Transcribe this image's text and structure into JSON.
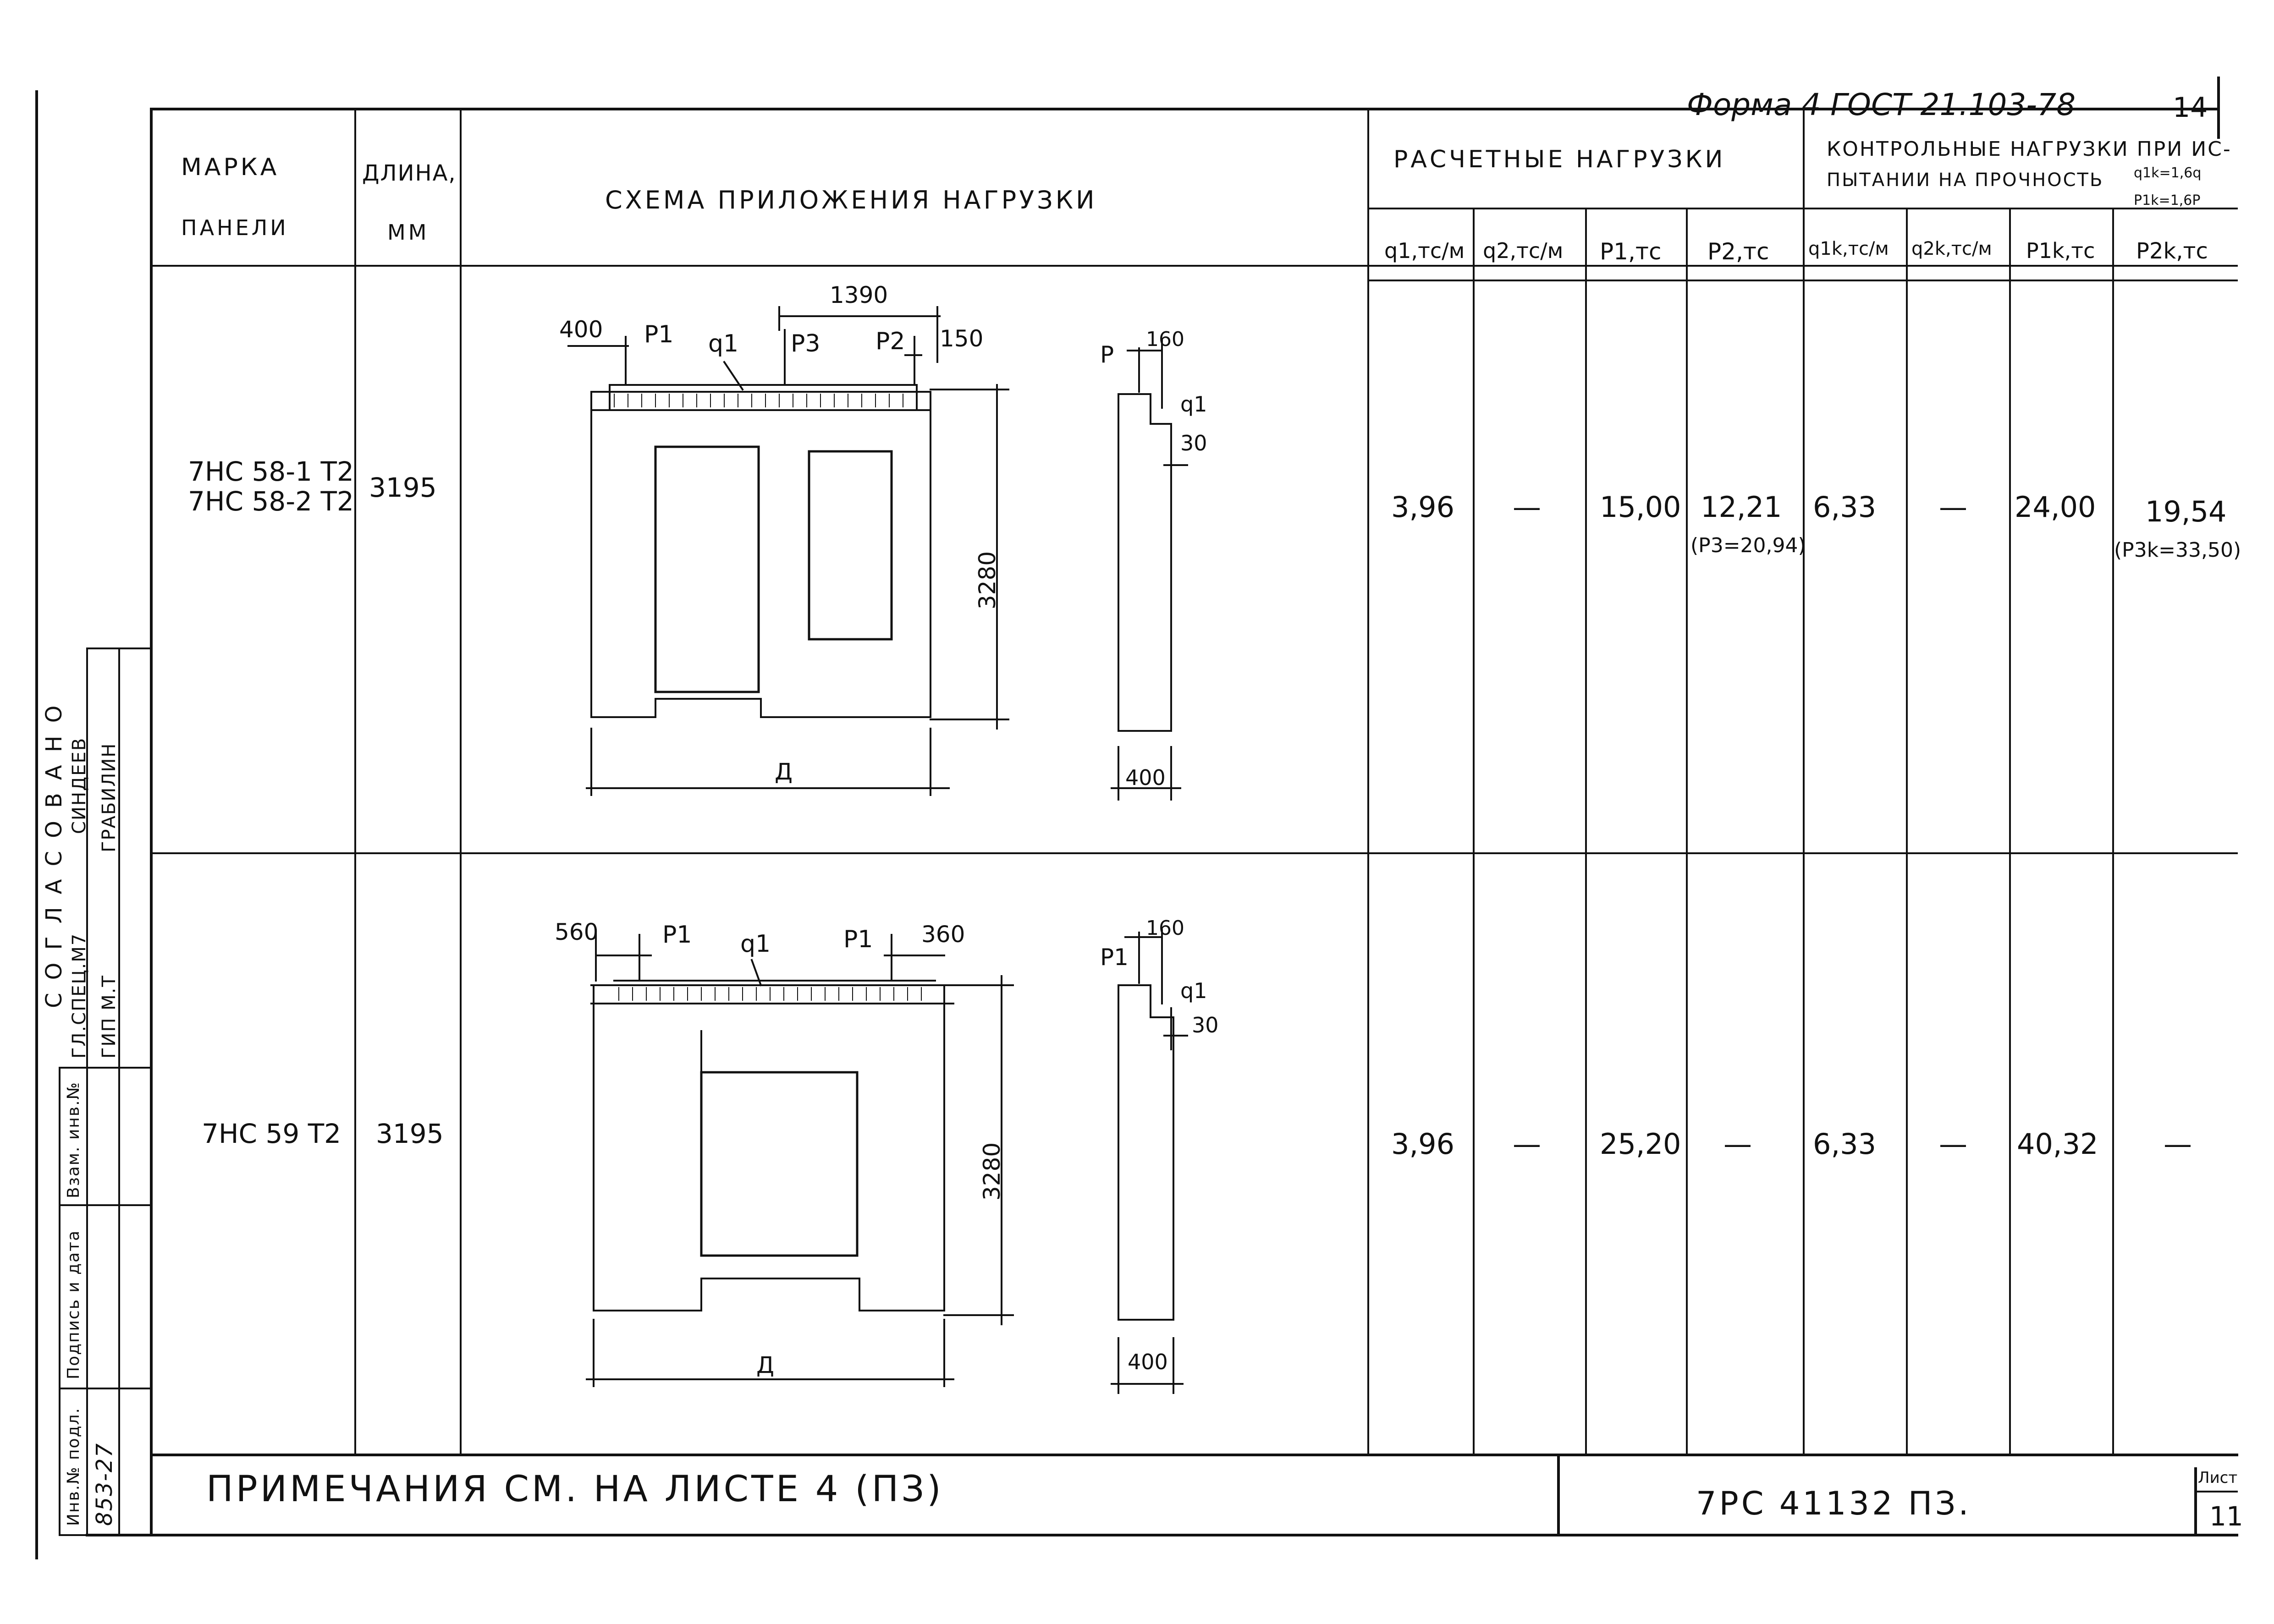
{
  "top": {
    "form_ref": "Форма 4 ГОСТ 21.103-78",
    "page_no": "14"
  },
  "header": {
    "mark_l1": "МАРКА",
    "mark_l2": "ПАНЕЛИ",
    "len_l1": "ДЛИНА,",
    "len_l2": "ММ",
    "scheme": "СХЕМА   ПРИЛОЖЕНИЯ   НАГРУЗКИ",
    "design_loads": "РАСЧЕТНЫЕ   НАГРУЗКИ",
    "control_l1": "КОНТРОЛЬНЫЕ НАГРУЗКИ ПРИ ИС-",
    "control_l2": "ПЫТАНИИ НА ПРОЧНОСТЬ",
    "control_f1": "q1k=1,6q",
    "control_f2": "P1k=1,6P",
    "cols": [
      "q1,тс/м",
      "q2,тс/м",
      "P1,тс",
      "P2,тс",
      "q1k,тс/м",
      "q2k,тс/м",
      "P1k,тс",
      "P2k,тс"
    ]
  },
  "rows": [
    {
      "mark_1": "7НС 58-1 Т2",
      "mark_2": "7НС 58-2 Т2",
      "length": "3195",
      "q1": "3,96",
      "q2": "—",
      "p1": "15,00",
      "p2": "12,21",
      "p2_note": "(P3=20,94)",
      "q1k": "6,33",
      "q2k": "—",
      "p1k": "24,00",
      "p2k": "19,54",
      "p2k_note": "(P3k=33,50)"
    },
    {
      "mark_1": "7НС 59 Т2",
      "mark_2": "",
      "length": "3195",
      "q1": "3,96",
      "q2": "—",
      "p1": "25,20",
      "p2": "—",
      "p2_note": "",
      "q1k": "6,33",
      "q2k": "—",
      "p1k": "40,32",
      "p2k": "—",
      "p2k_note": ""
    }
  ],
  "scheme1": {
    "d400": "400",
    "d1390": "1390",
    "d150": "150",
    "p1": "P1",
    "q1": "q1",
    "p3": "P3",
    "p2": "P2",
    "d3280": "3280",
    "len": "Д",
    "s_p": "P",
    "s_160": "160",
    "s_q1": "q1",
    "s_30": "30",
    "s_400": "400"
  },
  "scheme2": {
    "d560": "560",
    "d360": "360",
    "p1a": "P1",
    "q1": "q1",
    "p1b": "P1",
    "d3280": "3280",
    "len": "Д",
    "s_p": "P1",
    "s_160": "160",
    "s_q1": "q1",
    "s_30": "30",
    "s_400": "400"
  },
  "footer": {
    "note": "ПРИМЕЧАНИЯ СМ. НА ЛИСТЕ 4 (ПЗ)",
    "doc_code": "7РС 41132 ПЗ.",
    "sheet_label": "Лист",
    "sheet_no": "11"
  },
  "sidebar": {
    "agreed": "СОГЛАСОВАНО",
    "row1_role": "ГЛ.СПЕЦ.М7",
    "row1_name": "СИНДЕЕВ",
    "row2_role": "ГИП М.Т",
    "row2_name": "ГРАБИЛИН",
    "f1": "Инв.№ подл.",
    "f1_value": "853-27",
    "f2": "Подпись и дата",
    "f3": "Взам. инв.№"
  }
}
